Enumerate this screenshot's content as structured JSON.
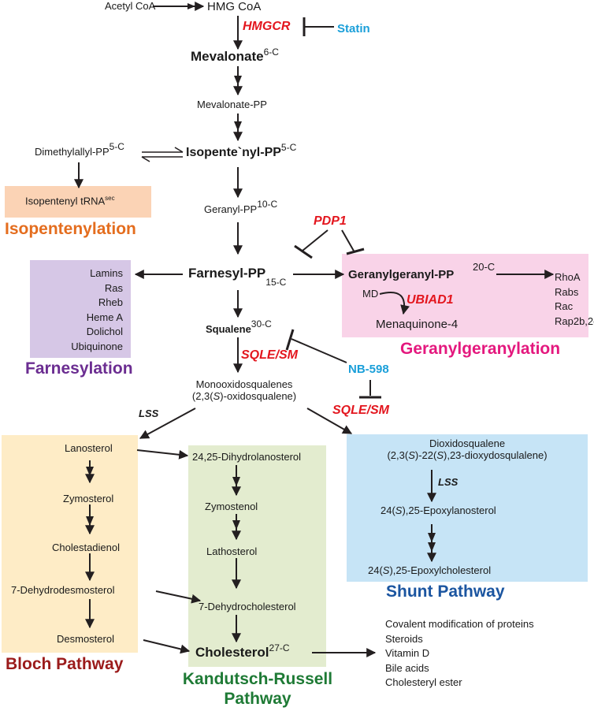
{
  "colors": {
    "isopentenylation_box": "#fbd3b5",
    "isopentenylation_text": "#e46d1e",
    "farnesylation_box": "#d6c7e6",
    "farnesylation_text": "#6b2d91",
    "geranylgeranylation_box": "#f9d3e8",
    "geranylgeranylation_text": "#e4187e",
    "bloch_box": "#feecc6",
    "bloch_text": "#9b1b1b",
    "kr_box": "#e3eccf",
    "kr_text": "#1e7a35",
    "shunt_box": "#c6e4f6",
    "shunt_text": "#1b55a0",
    "enzyme": "#e3161e",
    "inhibitor": "#1a9fd9"
  },
  "nodes": {
    "acetyl_coa": "Acetyl CoA",
    "hmg_coa": "HMG CoA",
    "hmgcr": "HMGCR",
    "statin": "Statin",
    "mevalonate": "Mevalonate",
    "mevalonate_sup": "6-C",
    "mevalonate_pp": "Mevalonate-PP",
    "dimethylallyl": "Dimethylallyl-PP",
    "dimethylallyl_sup": "5-C",
    "isopentenyl": "Isopente`nyl-PP",
    "isopentenyl_sup": "5-C",
    "isopentenyl_trna": "Isopentenyl tRNA",
    "isopentenyl_trna_sup": "sec",
    "geranyl": "Geranyl-PP",
    "geranyl_sup": "10-C",
    "pdp1": "PDP1",
    "farnesyl": "Farnesyl-PP",
    "farnesyl_sup": "15-C",
    "geranylgeranyl": "Geranylgeranyl-PP",
    "geranylgeranyl_sup": "20-C",
    "md": "MD",
    "ubiad1": "UBIAD1",
    "menaquinone": "Menaquinone-4",
    "squalene": "Squalene",
    "squalene_sup": "30-C",
    "sqle1": "SQLE/SM",
    "nb598": "NB-598",
    "sqle2": "SQLE/SM",
    "monooxido_1": "Monooxidosqualenes",
    "monooxido_2a": "(2,3(",
    "monooxido_2b": "S",
    "monooxido_2c": ")-oxidosqualene)",
    "lss_left": "LSS",
    "dioxido_1": "Dioxidosqualene",
    "dioxido_2a": "(2,3(",
    "dioxido_2b": "S",
    "dioxido_2c": ")-22(",
    "dioxido_2d": "S",
    "dioxido_2e": "),23-dioxydosqulalene)",
    "lss_right": "LSS",
    "epoxylanosterol_a": "24(",
    "epoxylanosterol_b": "S",
    "epoxylanosterol_c": "),25-Epoxylanosterol",
    "epoxycholesterol_a": "24(",
    "epoxycholesterol_b": "S",
    "epoxycholesterol_c": "),25-Epoxylcholesterol",
    "lanosterol": "Lanosterol",
    "zymosterol": "Zymosterol",
    "cholestadienol": "Cholestadienol",
    "dehydrodesmosterol": "7-Dehydrodesmosterol",
    "desmosterol": "Desmosterol",
    "dihydrolanosterol": "24,25-Dihydrolanosterol",
    "zymostenol": "Zymostenol",
    "lathosterol": "Lathosterol",
    "dehydrocholesterol": "7-Dehydrocholesterol",
    "cholesterol": "Cholesterol",
    "cholesterol_sup": "27-C"
  },
  "farnesylation_items": [
    "Lamins",
    "Ras",
    "Rheb",
    "Heme A",
    "Dolichol",
    "Ubiquinone"
  ],
  "gg_targets": [
    "RhoA",
    "Rabs",
    "Rac",
    "Rap2b,2c"
  ],
  "cholesterol_outputs": [
    "Covalent modification of proteins",
    "Steroids",
    "Vitamin D",
    "Bile acids",
    "Cholesteryl ester"
  ],
  "captions": {
    "isopentenylation": "Isopentenylation",
    "farnesylation": "Farnesylation",
    "geranylgeranylation": "Geranylgeranylation",
    "bloch": "Bloch Pathway",
    "kr_line1": "Kandutsch-Russell",
    "kr_line2": "Pathway",
    "shunt": "Shunt Pathway"
  }
}
